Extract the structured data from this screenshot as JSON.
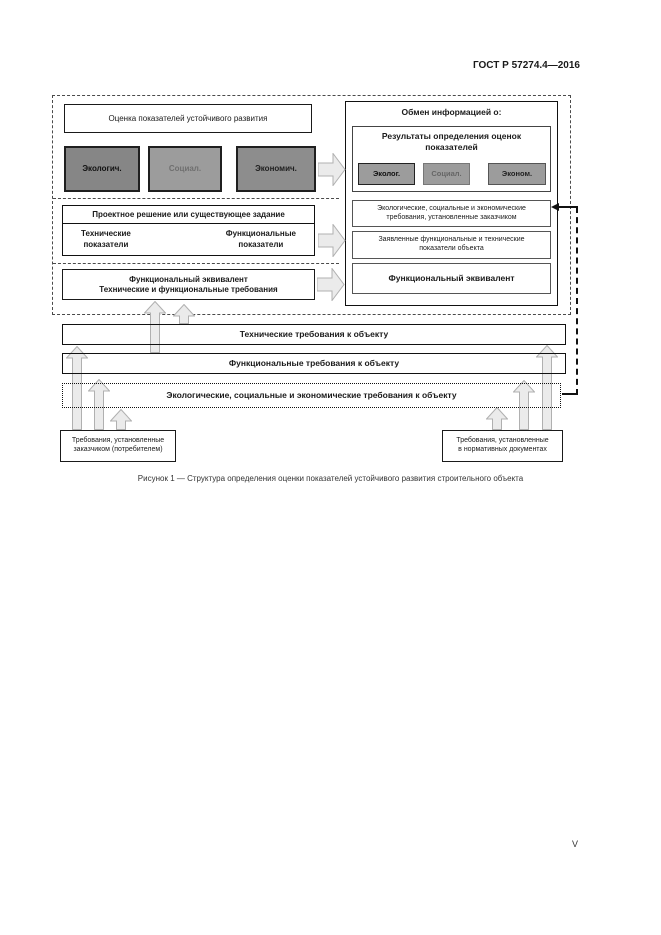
{
  "header": {
    "doc_code": "ГОСТ Р 57274.4—2016"
  },
  "footer": {
    "caption": "Рисунок 1 — Структура определения оценки показателей устойчивого развития строительного объекта",
    "page_number": "V"
  },
  "left_column": {
    "assessment_title": "Оценка показателей устойчивого развития",
    "assessment_categories": [
      "Экологич.",
      "Социал.",
      "Экономич."
    ],
    "design_title": "Проектное решение или существующее задание",
    "design_tech": "Технические\nпоказатели",
    "design_func": "Функциональные\nпоказатели",
    "equivalent": "Функциональный эквивалент\nТехнические и функциональные требования"
  },
  "exchange_panel": {
    "title": "Обмен информацией о:",
    "results_title": "Результаты определения оценок\nпоказателей",
    "results_categories": [
      "Эколог.",
      "Социал.",
      "Эконом."
    ],
    "items": [
      "Экологические, социальные и экономические требования, установленные заказчиком",
      "Заявленные функциональные и технические показатели объекта",
      "Функциональный эквивалент"
    ]
  },
  "requirement_bars": [
    "Технические требования к объекту",
    "Функциональные требования к объекту",
    "Экологические, социальные и экономические требования к объекту"
  ],
  "source_boxes": {
    "customer": "Требования, установленные\nзаказчиком (потребителем)",
    "normative": "Требования, установленные\nв нормативных документах"
  },
  "colors": {
    "category_box_fill": "#8b8b8b",
    "category_box_fill_light": "#9c9c9c",
    "arrow_fill": "#ebebeb",
    "arrow_stroke": "#b0b0b0"
  }
}
